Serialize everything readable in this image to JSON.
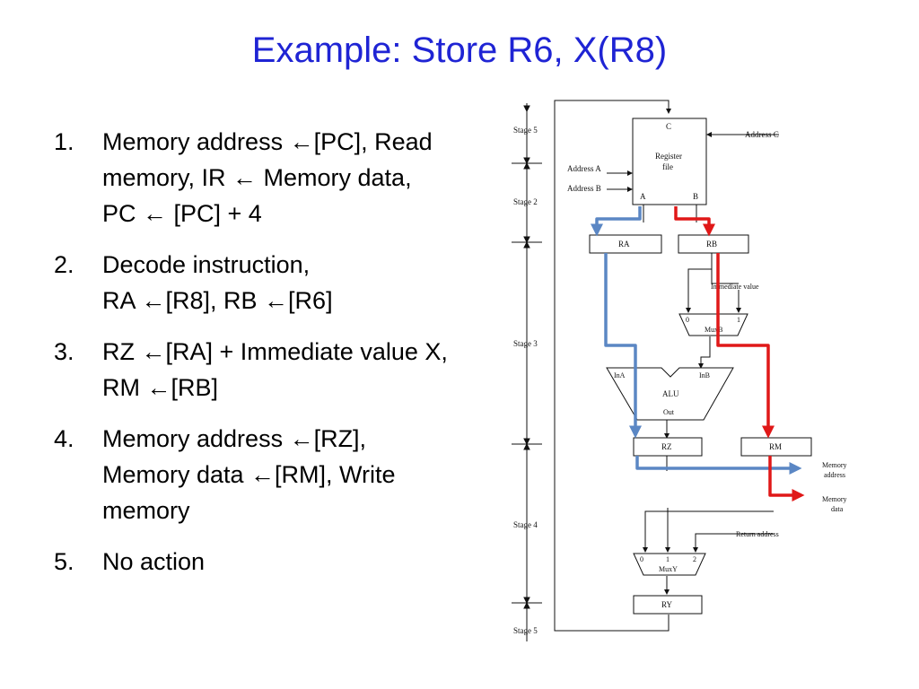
{
  "slide": {
    "title": "Example:  Store R6, X(R8)"
  },
  "steps": [
    {
      "num": "1.",
      "lines": [
        "Memory address ←[PC], Read",
        "memory, IR ← Memory data,",
        "PC ← [PC] + 4"
      ]
    },
    {
      "num": "2.",
      "lines": [
        "Decode instruction,",
        "RA ←[R8], RB ←[R6]"
      ]
    },
    {
      "num": "3.",
      "lines": [
        "RZ ←[RA] + Immediate value X,",
        "RM ←[RB]"
      ]
    },
    {
      "num": "4.",
      "lines": [
        "Memory address ←[RZ],",
        "Memory data ←[RM], Write",
        "memory"
      ]
    },
    {
      "num": "5.",
      "lines": [
        "No action"
      ]
    }
  ],
  "diagram": {
    "stages": [
      "Stage 5",
      "Stage 2",
      "Stage 3",
      "Stage 4",
      "Stage 5"
    ],
    "register_file": {
      "port_c": "C",
      "label_line1": "Register",
      "label_line2": "file",
      "port_a": "A",
      "port_b": "B"
    },
    "inputs": {
      "address_c": "Address C",
      "address_a": "Address A",
      "address_b": "Address B"
    },
    "registers": {
      "ra": "RA",
      "rb": "RB",
      "rz": "RZ",
      "rm": "RM",
      "ry": "RY"
    },
    "muxb": {
      "name": "MuxB",
      "in0": "0",
      "in1": "1"
    },
    "immediate_value": "Immediate value",
    "alu": {
      "name": "ALU",
      "in_a": "InA",
      "in_b": "InB",
      "out": "Out"
    },
    "outputs": {
      "memory_address_1": "Memory",
      "memory_address_2": "address",
      "memory_data_1": "Memory",
      "memory_data_2": "data"
    },
    "return_address": "Return address",
    "muxy": {
      "name": "MuxY",
      "in0": "0",
      "in1": "1",
      "in2": "2"
    },
    "colors": {
      "path_a": "#5b87c4",
      "path_b": "#e01818"
    }
  }
}
